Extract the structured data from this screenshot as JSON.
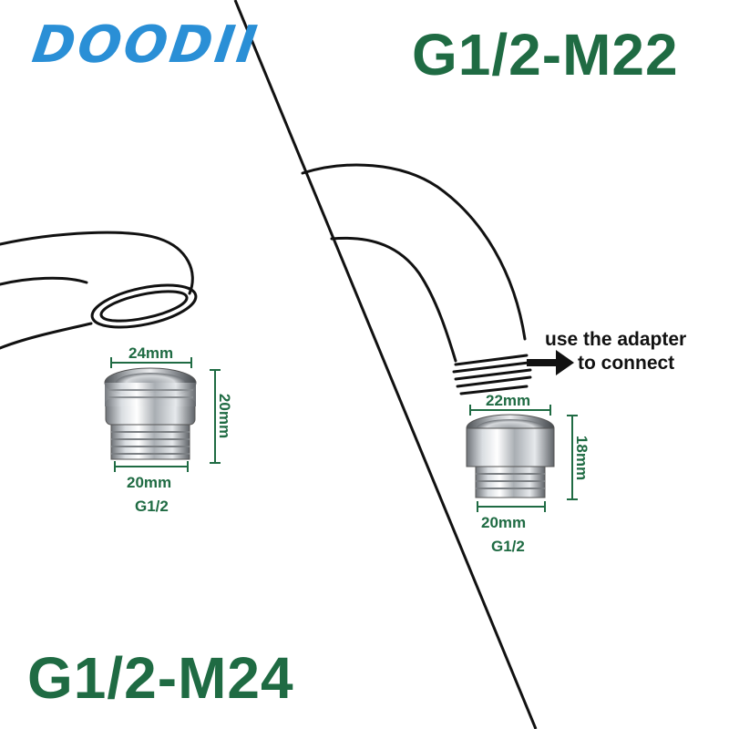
{
  "brand": {
    "logo_text": "DOODII",
    "color": "#2a8fd6"
  },
  "accent_color": "#1f6b43",
  "right_product": {
    "model": "G1/2-M22",
    "top_width": "22mm",
    "height": "18mm",
    "bottom_width": "20mm",
    "thread": "G1/2",
    "note_line1": "use the adapter",
    "note_line2": "to connect",
    "arrow_icon": "arrow-right-icon"
  },
  "left_product": {
    "model": "G1/2-M24",
    "top_width": "24mm",
    "height": "20mm",
    "bottom_width": "20mm",
    "thread": "G1/2"
  }
}
